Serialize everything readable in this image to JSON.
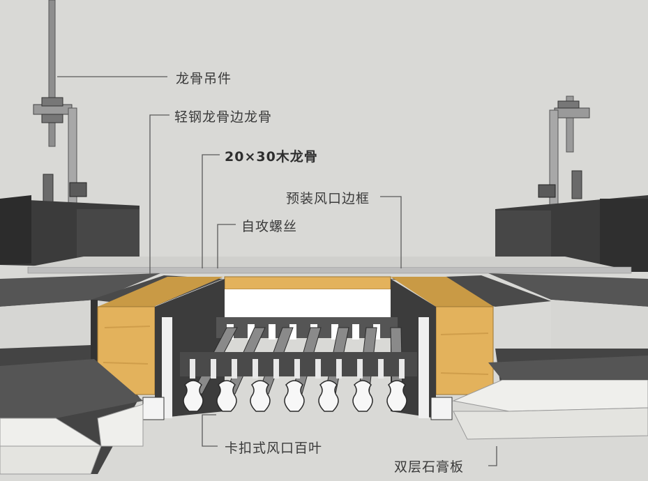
{
  "labels": {
    "hanger": "龙骨吊件",
    "edge_keel": "轻钢龙骨边龙骨",
    "wood_keel": "20×30木龙骨",
    "vent_frame": "预装风口边框",
    "screw": "自攻螺丝",
    "louver": "卡扣式风口百叶",
    "gypsum": "双层石膏板"
  },
  "colors": {
    "background": "#d9d9d6",
    "wood": "#e3b25c",
    "steel_dark": "#4e4e4e",
    "gypsum": "#efefec",
    "leader": "#5a5a5a"
  }
}
